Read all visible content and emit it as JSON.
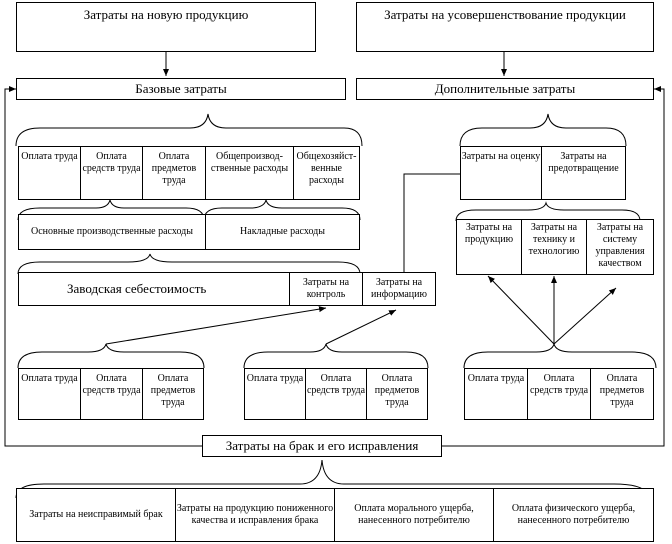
{
  "top": {
    "new_product": "Затраты на новую продукцию",
    "improvement": "Затраты на усовершенствование продукции"
  },
  "base": {
    "title": "Базовые затраты",
    "items": [
      "Оплата труда",
      "Оплата средств труда",
      "Оплата предметов труда",
      "Общепроизвод-ственные расходы",
      "Общехозяйст-венные расходы"
    ],
    "main_production": "Основные производственные расходы",
    "overhead": "Накладные расходы",
    "factory_cost": "Заводская себестоимость"
  },
  "additional": {
    "title": "Дополнительные затраты",
    "assessment": "Затраты на оценку",
    "prevention": "Затраты на предотвращение",
    "prevention_items": [
      "Затраты на продукцию",
      "Затраты на технику и технологию",
      "Затраты на систему управления качеством"
    ]
  },
  "control": "Затраты на контроль",
  "information": "Затраты на информацию",
  "labor_group": [
    "Оплата труда",
    "Оплата средств труда",
    "Оплата предметов труда"
  ],
  "defects": {
    "title": "Затраты на брак и его исправления",
    "items": [
      "Затраты на неисправимый брак",
      "Затраты на продукцию пониженного качества и исправления брака",
      "Оплата морального ущерба, нанесенного потребителю",
      "Оплата физического ущерба, нанесенного потребителю"
    ]
  }
}
